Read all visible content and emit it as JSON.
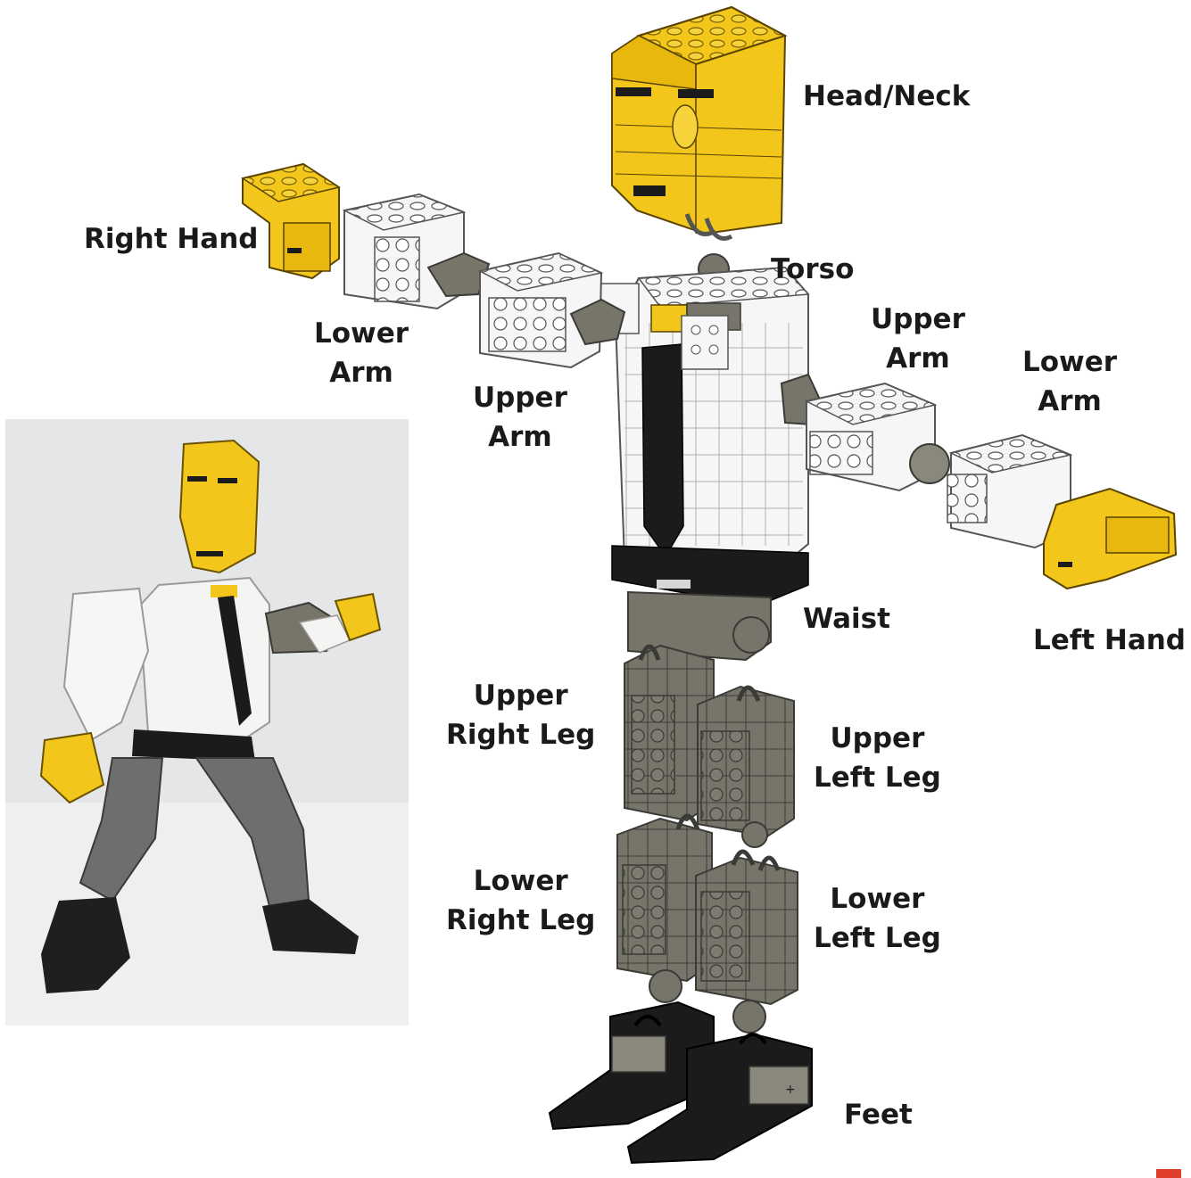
{
  "labels": {
    "head_neck": "Head/Neck",
    "right_hand": "Right Hand",
    "torso": "Torso",
    "lower_arm_right": [
      "Lower",
      "Arm"
    ],
    "upper_arm_right": [
      "Upper",
      "Arm"
    ],
    "upper_arm_left": [
      "Upper",
      "Arm"
    ],
    "lower_arm_left": [
      "Lower",
      "Arm"
    ],
    "waist": "Waist",
    "left_hand": "Left Hand",
    "upper_right_leg": [
      "Upper",
      "Right Leg"
    ],
    "upper_left_leg": [
      "Upper",
      "Left Leg"
    ],
    "lower_right_leg": [
      "Lower",
      "Right Leg"
    ],
    "lower_left_leg": [
      "Lower",
      "Left Leg"
    ],
    "feet": "Feet"
  },
  "colors": {
    "yellow": "#f2c61a",
    "yellow_dark": "#c99b0c",
    "white_brick": "#f4f4f4",
    "outline": "#555555",
    "gray_dark": "#6e6b62",
    "gray_mid": "#8a877c",
    "black": "#1b1b1b",
    "accent_red": "#e0402a"
  }
}
